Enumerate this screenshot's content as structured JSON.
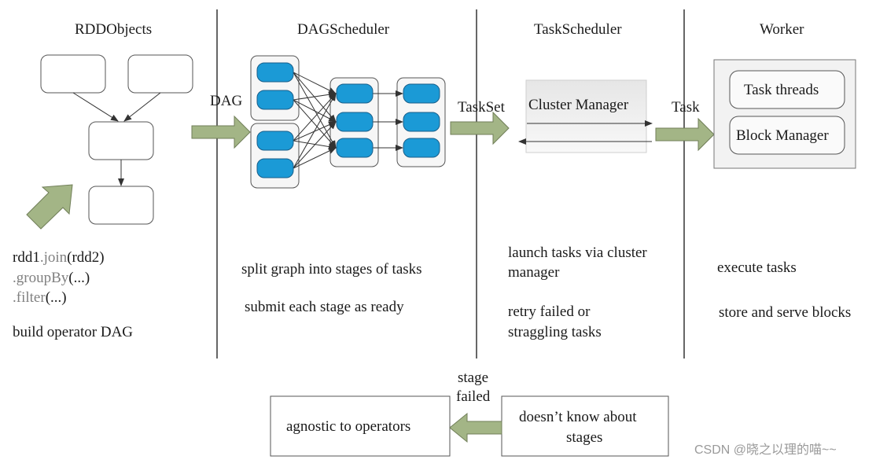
{
  "columns": {
    "rdd_objects": {
      "title": "RDDObjects",
      "code": [
        {
          "parts": [
            {
              "t": "rdd1",
              "c": "black"
            },
            {
              "t": ".join",
              "c": "gray"
            },
            {
              "t": "(rdd2)",
              "c": "black"
            }
          ]
        },
        {
          "parts": [
            {
              "t": ".groupBy",
              "c": "gray"
            },
            {
              "t": "(...)",
              "c": "black"
            }
          ]
        },
        {
          "parts": [
            {
              "t": ".filter",
              "c": "gray"
            },
            {
              "t": "(...)",
              "c": "black"
            }
          ]
        }
      ],
      "description": "build operator DAG"
    },
    "dag_scheduler": {
      "title": "DAGScheduler",
      "input_label": "DAG",
      "line1": "split graph into stages of tasks",
      "line2": "submit each stage as ready"
    },
    "task_scheduler": {
      "title": "TaskScheduler",
      "input_label": "TaskSet",
      "box_label": "Cluster Manager",
      "line1a": "launch tasks via cluster",
      "line1b": "manager",
      "line2a": "retry failed or",
      "line2b": "straggling tasks"
    },
    "worker": {
      "title": "Worker",
      "input_label": "Task",
      "box1": "Task threads",
      "box2": "Block Manager",
      "line1": "execute tasks",
      "line2": "store and serve blocks"
    }
  },
  "bottom": {
    "left_box": "agnostic to operators",
    "right_box_line1": "doesn’t know about",
    "right_box_line2": "stages",
    "arrow_label_line1": "stage",
    "arrow_label_line2": "failed"
  },
  "watermark": "CSDN @晓之以理的喵~~",
  "colors": {
    "node_blue": "#1b9ad6",
    "arrow_green": "#a3b586",
    "arrow_green_border": "#707e58",
    "line": "#333333"
  }
}
